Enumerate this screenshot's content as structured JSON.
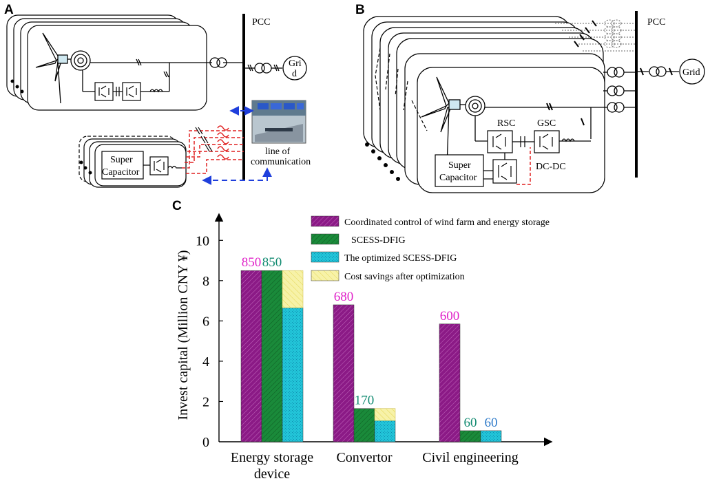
{
  "panels": {
    "a": {
      "letter": "A",
      "pcc": "PCC",
      "grid_line1": "Gri",
      "grid_line2": "d",
      "super_capacitor_line1": "Super",
      "super_capacitor_line2": "Capacitor",
      "communication_line1": "line of",
      "communication_line2": "communication"
    },
    "b": {
      "letter": "B",
      "pcc": "PCC",
      "grid": "Grid",
      "rsc": "RSC",
      "gsc": "GSC",
      "super_capacitor_line1": "Super",
      "super_capacitor_line2": "Capacitor",
      "dcdc": "DC-DC"
    },
    "c": {
      "letter": "C"
    }
  },
  "colors": {
    "bus": "#000000",
    "comm_arrow": "#1f3fdc",
    "cable": "#e02020",
    "s1": "#8b1a86",
    "s2": "#1a8a3a",
    "s3": "#22c4d8",
    "s4": "#f4ee8c",
    "label1": "#e020c8",
    "label2": "#108a70",
    "label3": "#2a78c8"
  },
  "chart_data": {
    "type": "bar",
    "ylabel": "Invest capital (Million CNY ¥)",
    "ylim": [
      0,
      11
    ],
    "yticks": [
      0,
      2,
      4,
      6,
      8,
      10
    ],
    "categories": [
      {
        "line1": "Energy storage",
        "line2": "device"
      },
      {
        "line1": "Convertor",
        "line2": ""
      },
      {
        "line1": "Civil engineering",
        "line2": ""
      }
    ],
    "series": [
      {
        "name": "Coordinated control of wind farm and energy storage",
        "values": [
          8.5,
          6.8,
          5.85
        ]
      },
      {
        "name": "SCESS-DFIG",
        "values": [
          8.5,
          1.65,
          0.55
        ]
      },
      {
        "name": "The optimized SCESS-DFIG",
        "values": [
          6.65,
          1.05,
          0.55
        ]
      },
      {
        "name": "Cost savings after optimization",
        "values": [
          1.85,
          0.6,
          0
        ]
      }
    ],
    "data_labels": [
      {
        "text": "850",
        "cat": 0,
        "series": 0
      },
      {
        "text": "850",
        "cat": 0,
        "series": 1
      },
      {
        "text": "680",
        "cat": 1,
        "series": 0
      },
      {
        "text": "170",
        "cat": 1,
        "series": 1
      },
      {
        "text": "600",
        "cat": 2,
        "series": 0
      },
      {
        "text": "60",
        "cat": 2,
        "series": 1
      },
      {
        "text": "60",
        "cat": 2,
        "series": 2
      }
    ],
    "legend_position": "top-right",
    "grid": false
  }
}
